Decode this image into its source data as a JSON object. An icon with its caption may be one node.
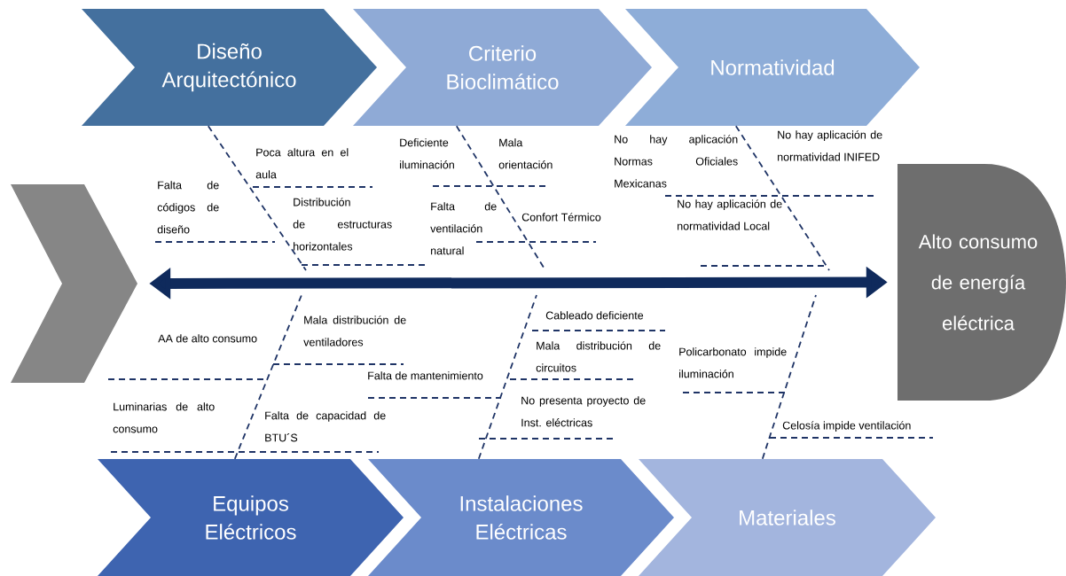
{
  "diagram": {
    "nodes": [
      {
        "text": [
          "Diseño Arquitectónico"
        ]
      },
      {
        "text": [
          "Criterio Bioclimático"
        ]
      },
      {
        "text": [
          "Normatividad"
        ]
      },
      {
        "text": [],
        "shape": "chevron"
      },
      {
        "text": [
          "Alto consumo de energía eléctrica"
        ]
      },
      {
        "text": [
          "Equipos Eléctricos"
        ]
      },
      {
        "text": [
          "Instalaciones Eléctricas"
        ]
      },
      {
        "text": [
          "Materiales"
        ]
      }
    ],
    "edges": [
      {
        "from": 3,
        "to": 4,
        "arrow": "both",
        "style": "thick"
      },
      {
        "from": 0,
        "to": null,
        "arrow": "none",
        "style": "dashed"
      },
      {
        "from": 1,
        "to": null,
        "arrow": "none",
        "style": "dashed"
      },
      {
        "from": 2,
        "to": null,
        "arrow": "none",
        "style": "dashed"
      },
      {
        "from": 5,
        "to": null,
        "arrow": "none",
        "style": "dashed"
      },
      {
        "from": 6,
        "to": null,
        "arrow": "none",
        "style": "dashed"
      },
      {
        "from": 7,
        "to": null,
        "arrow": "none",
        "style": "dashed"
      }
    ],
    "labels": [
      "Falta de códigos de diseño",
      "Poca altura en el aula",
      "Distribución de estructuras horizontales",
      "Deficiente iluminación",
      "Mala orientación",
      "Falta de ventilación natural",
      "Confort Térmico",
      "No hay aplicación Normas Oficiales Mexicanas",
      "No hay aplicación de normatividad INIFED",
      "No hay aplicación de normatividad Local",
      "AA de alto consumo",
      "Mala distribución de ventiladores",
      "Luminarias de alto consumo",
      "Falta de capacidad de BTU´S",
      "Falta de mantenimiento",
      "Cableado deficiente",
      "Mala distribución de circuitos",
      "No presenta proyecto de Inst. eléctricas",
      "Policarbonato impide iluminación",
      "Celosía impide ventilación"
    ]
  }
}
